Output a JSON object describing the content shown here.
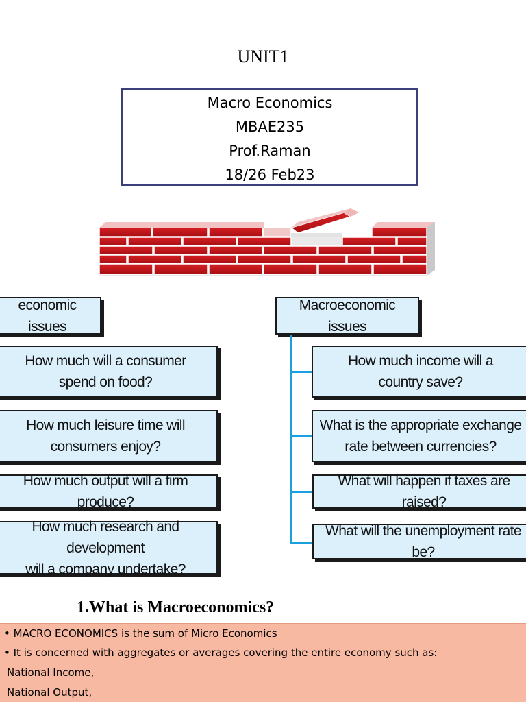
{
  "title": "UNIT1",
  "course": {
    "name": "Macro Economics",
    "code": "MBAE235",
    "professor": "Prof.Raman",
    "dates": "18/26 Feb23"
  },
  "diagram": {
    "micro_header": "economic issues",
    "macro_header": "Macroeconomic issues",
    "micro_questions": [
      {
        "line1": "How much will a consumer",
        "line2": "spend on food?"
      },
      {
        "line1": "How much leisure time will",
        "line2": "consumers enjoy?"
      },
      {
        "line1": "How much output will a firm produce?",
        "line2": ""
      },
      {
        "line1": "How much research and development",
        "line2": "will a company undertake?"
      }
    ],
    "macro_questions": [
      {
        "line1": "How much income will a",
        "line2": "country save?"
      },
      {
        "line1": "What is the appropriate exchange",
        "line2": "rate between currencies?"
      },
      {
        "line1": "What will happen if taxes are raised?",
        "line2": ""
      },
      {
        "line1": "What will the unemployment rate be?",
        "line2": ""
      }
    ]
  },
  "section": {
    "heading": "1.What is Macroeconomics?",
    "bullets": [
      "MACRO ECONOMICS is the sum of Micro Economics",
      "It is concerned with aggregates or averages covering the entire economy such as:"
    ],
    "items": [
      "National Income,",
      "National Output,"
    ]
  },
  "colors": {
    "box_fill": "#dcf0fb",
    "connector": "#1aa0dc",
    "brick_red": "#c8161c",
    "note_fill": "#f7b9a2",
    "course_border": "#3b3f7a"
  }
}
